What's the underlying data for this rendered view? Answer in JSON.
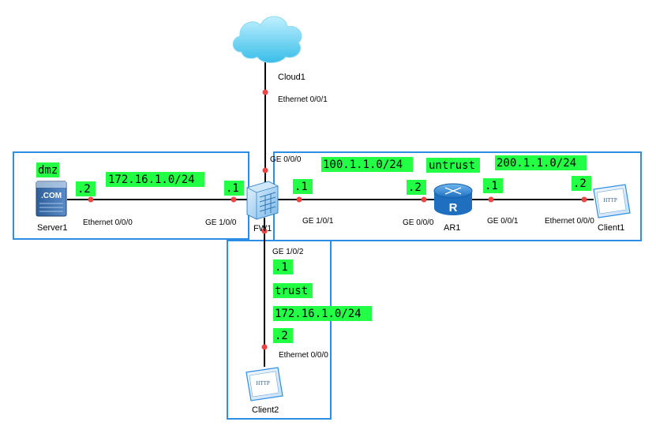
{
  "devices": {
    "cloud": "Cloud1",
    "server": "Server1",
    "firewall": "FW1",
    "router": "AR1",
    "router_glyph": "R",
    "client1": "Client1",
    "client2": "Client2",
    "server_badge": ".COM",
    "http_badge": "HTTP"
  },
  "interfaces": {
    "cloud_eth": "Ethernet 0/0/1",
    "fw_ge000": "GE 0/0/0",
    "server_eth": "Ethernet 0/0/0",
    "fw_ge100": "GE 1/0/0",
    "fw_ge101": "GE 1/0/1",
    "ar_ge000": "GE 0/0/0",
    "ar_ge001": "GE 0/0/1",
    "client1_eth": "Ethernet 0/0/0",
    "fw_ge102": "GE 1/0/2",
    "client2_eth": "Ethernet 0/0/0"
  },
  "tags": {
    "dmz": "dmz",
    "dmz_net": "172.16.1.0/24",
    "server_ip": ".2",
    "fw_dmz_ip": ".1",
    "untrust_net1": "100.1.1.0/24",
    "untrust": "untrust",
    "untrust_net2": "200.1.1.0/24",
    "fw_untrust_ip": ".1",
    "ar_ge000_ip": ".2",
    "ar_ge001_ip": ".1",
    "client1_ip": ".2",
    "fw_trust_ip": ".1",
    "trust": "trust",
    "trust_net": "172.16.1.0/24",
    "client2_ip": ".2"
  },
  "colors": {
    "zone_border": "#2d8ee6",
    "tag_background": "#22ff44",
    "port_dot": "#ee4444",
    "link": "#000000"
  }
}
